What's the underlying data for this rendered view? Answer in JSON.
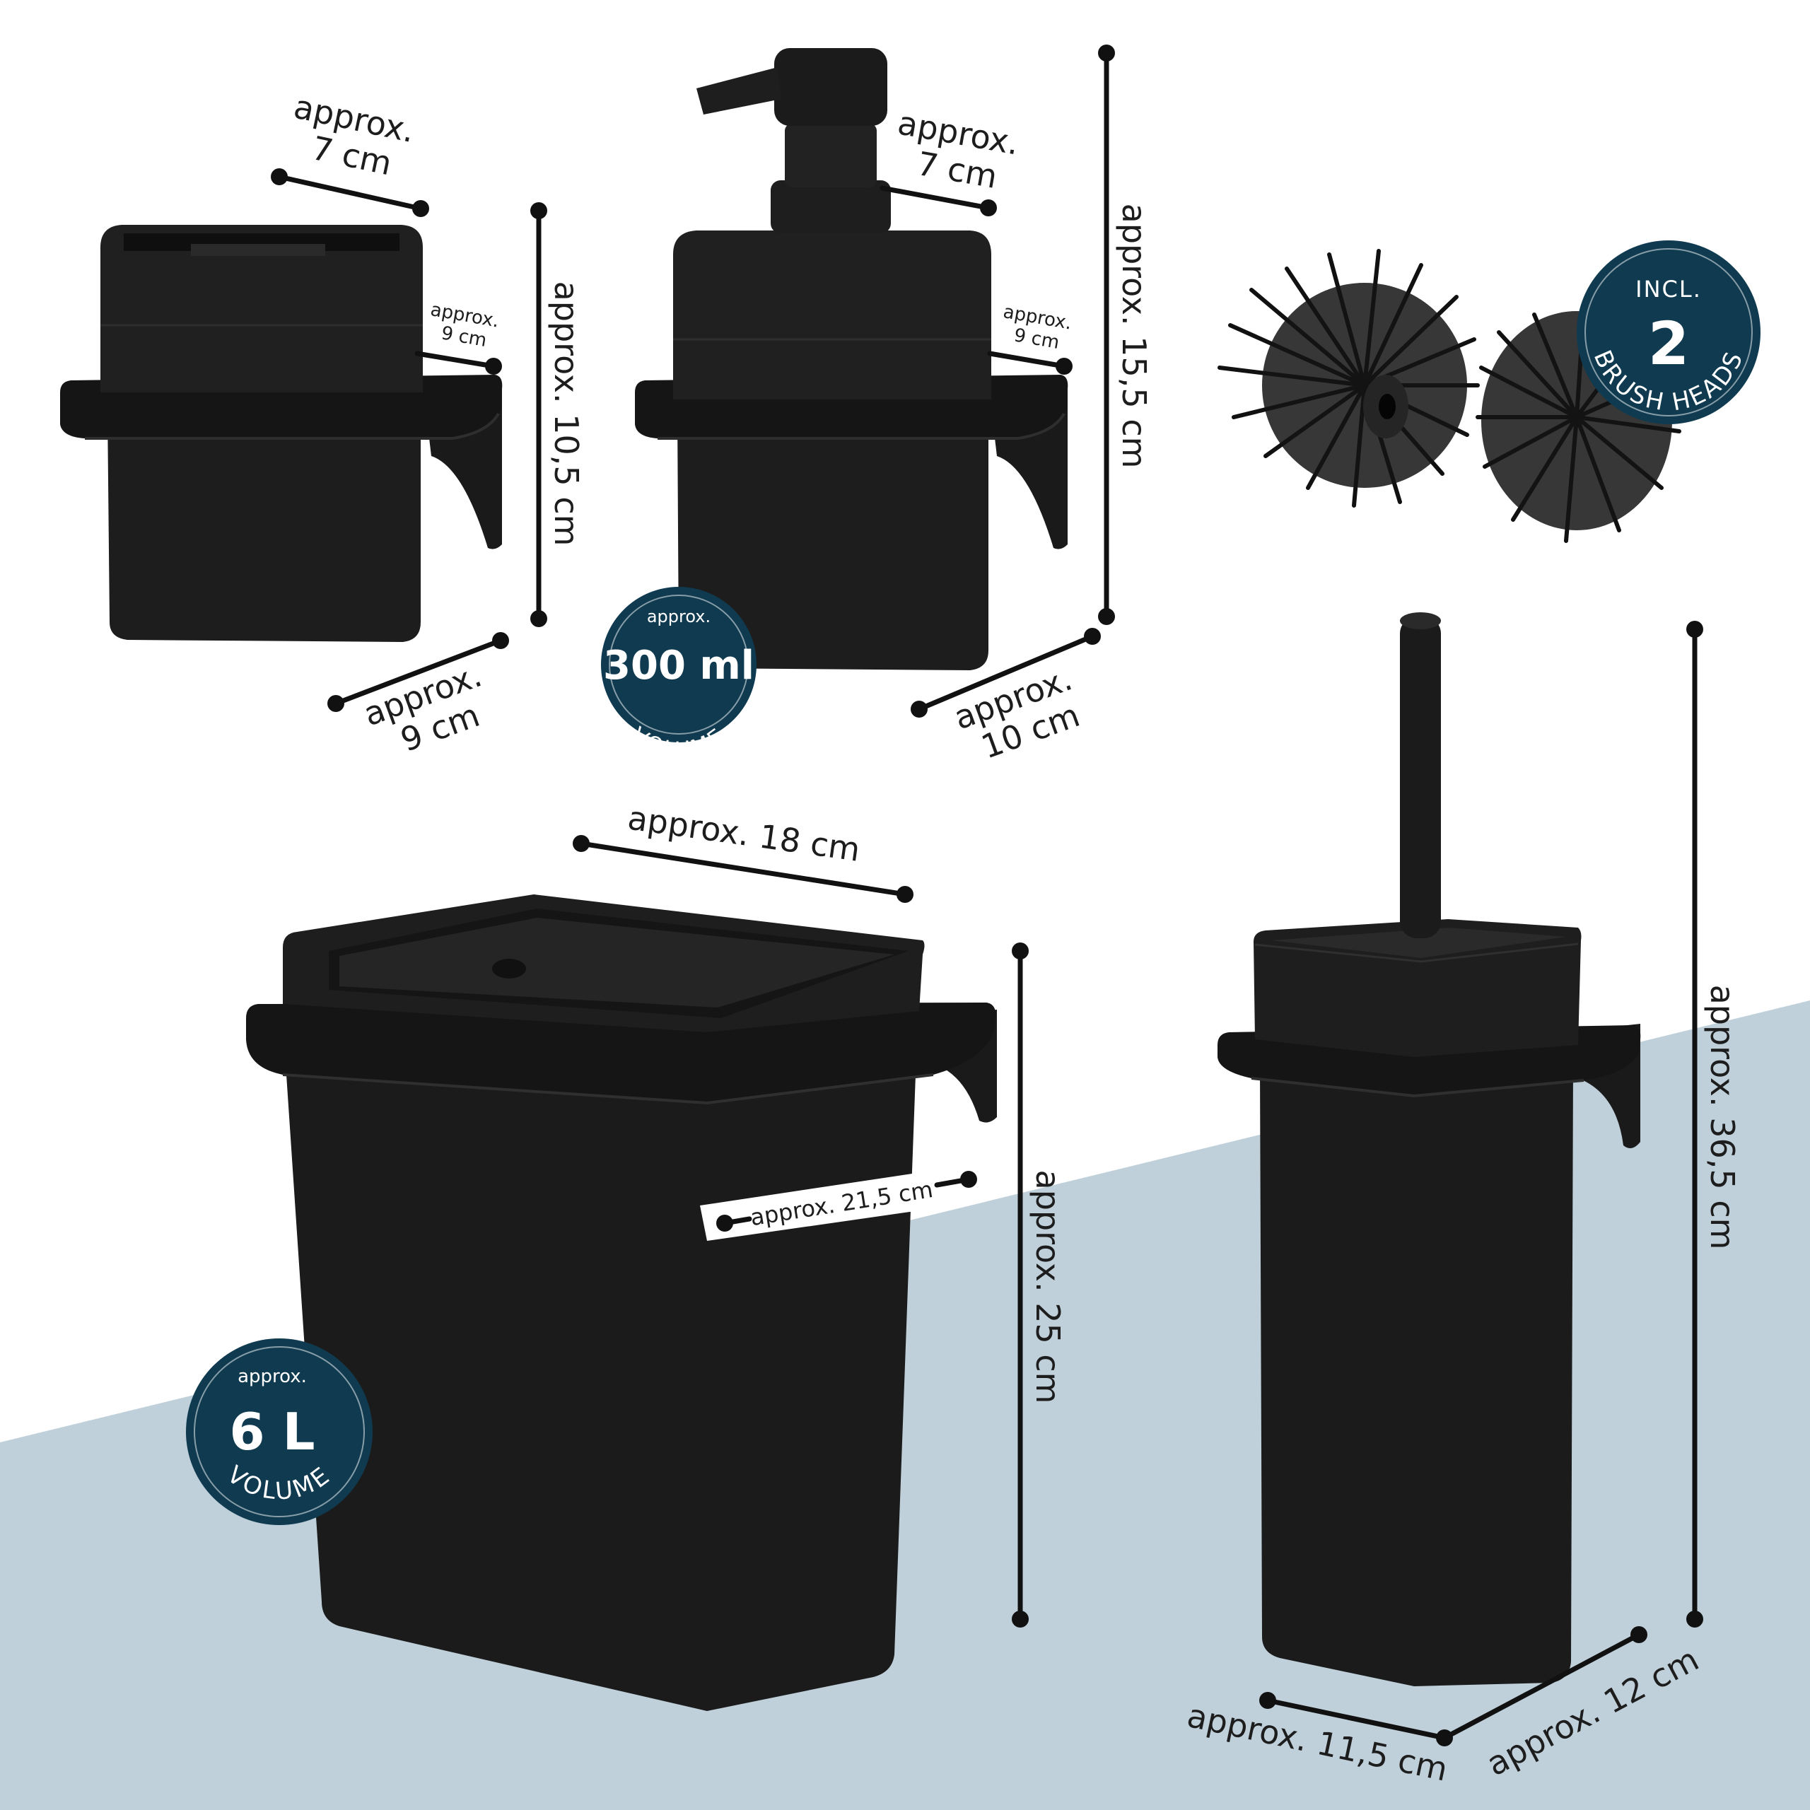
{
  "colors": {
    "background": "#ffffff",
    "floor": "#bfd0da",
    "product": "#1c1c1c",
    "product_edge": "#2c2c2c",
    "badge": "#0f3a4f",
    "badge_text": "#ffffff",
    "dimension": "#111111"
  },
  "tumbler": {
    "width_top": {
      "line1": "approx.",
      "line2": "7 cm"
    },
    "depth": {
      "line1": "approx.",
      "line2": "9 cm"
    },
    "width_front": {
      "line1": "approx.",
      "line2": "9 cm"
    },
    "height": "approx. 10,5 cm"
  },
  "dispenser": {
    "width_top": {
      "line1": "approx.",
      "line2": "7 cm"
    },
    "depth": {
      "line1": "approx.",
      "line2": "9 cm"
    },
    "width_front": {
      "line1": "approx.",
      "line2": "10 cm"
    },
    "height": "approx. 15,5 cm",
    "badge": {
      "top": "approx.",
      "value": "300 ml",
      "bottom": "VOLUME"
    }
  },
  "brush_heads": {
    "badge": {
      "top": "INCL.",
      "value": "2",
      "bottom": "BRUSH HEADS"
    }
  },
  "bin": {
    "width": "approx. 18 cm",
    "depth": "approx. 21,5 cm",
    "height": "approx. 25 cm",
    "badge": {
      "top": "approx.",
      "value": "6 L",
      "bottom": "VOLUME"
    }
  },
  "toilet_brush": {
    "width": "approx. 11,5 cm",
    "depth": "approx. 12 cm",
    "height": "approx. 36,5 cm"
  }
}
